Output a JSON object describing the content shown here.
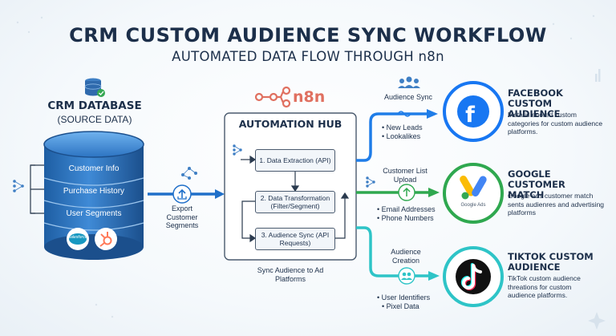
{
  "title": "CRM CUSTOM AUDIENCE SYNC WORKFLOW",
  "subtitle": "AUTOMATED DATA FLOW THROUGH n8n",
  "crm": {
    "title": "CRM DATABASE",
    "subtitle": "(SOURCE DATA)",
    "segments": [
      "Customer Info",
      "Purchase History",
      "User Segments"
    ],
    "logos": [
      "salesforce",
      "hubspot-icon"
    ]
  },
  "export_label": "Export Customer Segments",
  "n8n_logo": "n8n",
  "hub": {
    "title": "AUTOMATION HUB",
    "steps": [
      "1. Data Extraction (API)",
      "2. Data Transformation (Filter/Segment)",
      "3. Audience Sync (API Requests)"
    ],
    "caption": "Sync Audience to Ad Platforms"
  },
  "flows": [
    {
      "label": "Audience Sync",
      "items": [
        "• New Leads",
        "• Lookalikes"
      ],
      "color": "#1f7de8"
    },
    {
      "label": "Customer List Upload",
      "items": [
        "• Email Addresses",
        "• Phone Numbers"
      ],
      "color": "#2fa84f"
    },
    {
      "label": "Audience Creation",
      "items": [
        "• User Identifiers",
        "• Pixel Data"
      ],
      "color": "#2ec4c7"
    }
  ],
  "platforms": [
    {
      "name": "FACEBOOK CUSTOM AUDIENCE",
      "desc": "Meta is enored custom categories for custom audience platforms.",
      "icon": "facebook-icon",
      "color": "#1877f2"
    },
    {
      "name": "GOOGLE CUSTOMER MATCH",
      "desc": "Google ads customer match sents audienres and advertising platforms",
      "icon": "google-ads-icon",
      "icon_text": "Google Ads",
      "color": "#2fa84f"
    },
    {
      "name": "TIKTOK CUSTOM AUDIENCE",
      "desc": "TikTok custom audience threations for custom audience platforms.",
      "icon": "tiktok-icon",
      "color": "#2ec4c7"
    }
  ]
}
